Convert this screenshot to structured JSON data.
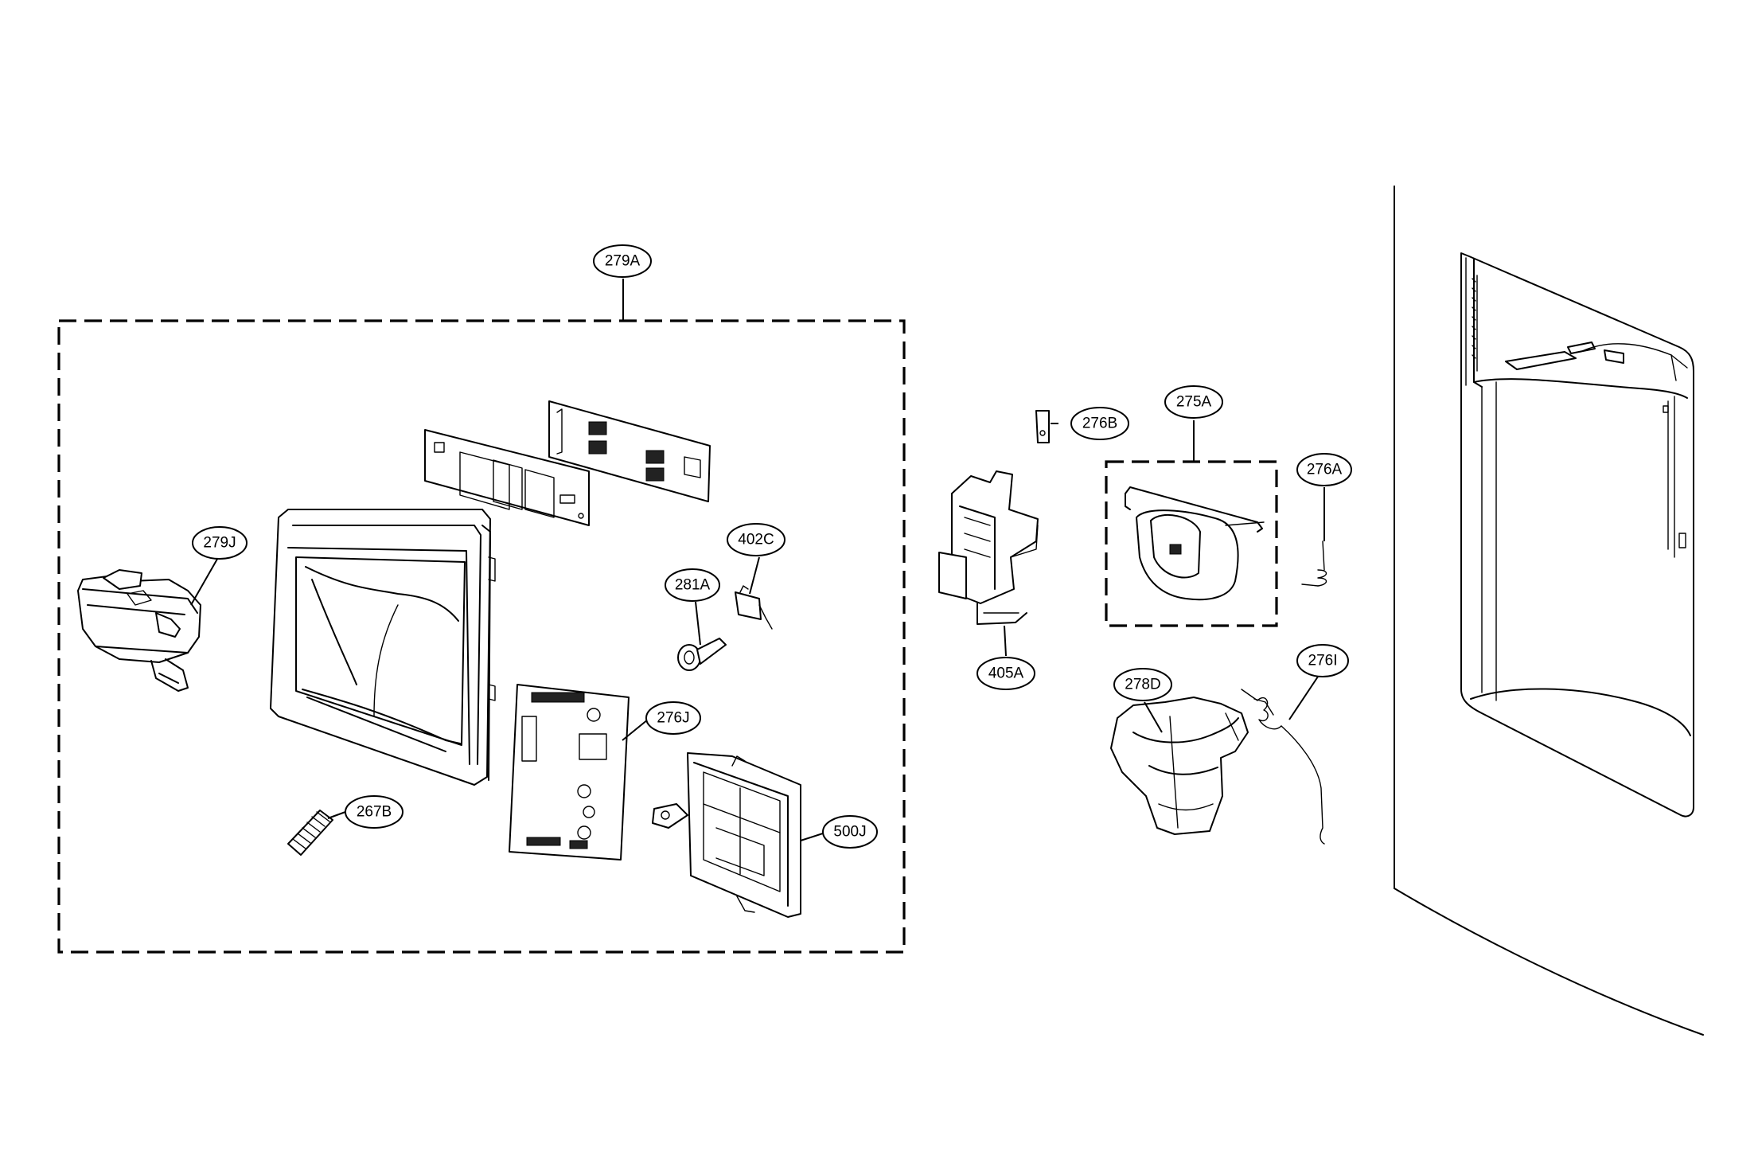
{
  "labels": {
    "assembly": "279A",
    "case_279j": "279J",
    "spring_267b": "267B",
    "lever_281a": "281A",
    "switch_402c": "402C",
    "pcb_276j": "276J",
    "cover_500j": "500J",
    "clip_276b": "276B",
    "solenoid_405a": "405A",
    "damper_275a": "275A",
    "spring_276a": "276A",
    "duct_278d": "278D",
    "spring_276i": "276I"
  }
}
